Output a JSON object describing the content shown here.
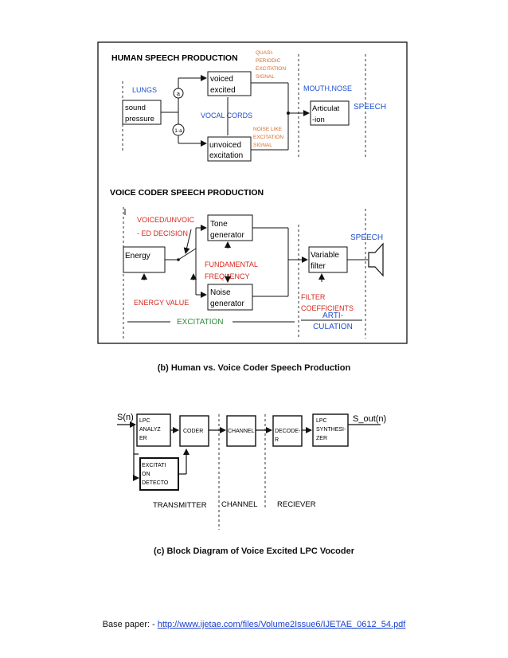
{
  "fig_b": {
    "human": {
      "title": "HUMAN SPEECH PRODUCTION",
      "quasi": [
        "QUASI-",
        "PERIODIC",
        "EXCITATION",
        "SIGNAL"
      ],
      "lungs": "LUNGS",
      "mouth_nose": "MOUTH,NOSE",
      "voiced": [
        "voiced",
        "excited"
      ],
      "sound_pressure": [
        "sound",
        "pressure"
      ],
      "vocal_cords": "VOCAL CORDS",
      "articulation": [
        "Articulat",
        "-ion"
      ],
      "speech": "SPEECH",
      "node_a": "a",
      "node_1a": "1-a",
      "noise_like": [
        "NOISE LIKE",
        "EXCITATION",
        "SIGNAL"
      ],
      "unvoiced": [
        "unvoiced",
        "excitation"
      ]
    },
    "coder": {
      "title": "VOICE CODER SPEECH PRODUCTION",
      "decision": [
        "VOICED/UNVOIC",
        "- ED DECISION"
      ],
      "tone": [
        "Tone",
        "generator"
      ],
      "speech": "SPEECH",
      "energy": "Energy",
      "fundamental": [
        "FUNDAMENTAL",
        "FREQUENCY"
      ],
      "variable": [
        "Variable",
        "filter"
      ],
      "noise": [
        "Noise",
        "generator"
      ],
      "energy_value": "ENERGY VALUE",
      "filter_coeff": [
        "FILTER",
        "COEFFICIENTS"
      ],
      "excitation": "EXCITATION",
      "articulation": [
        "ARTI-",
        "CULATION"
      ]
    },
    "caption": "(b) Human vs. Voice Coder Speech Production"
  },
  "fig_c": {
    "sn": "S(n)",
    "lpc_analyzer": [
      "LPC",
      "ANALYZ",
      "ER"
    ],
    "coder": "CODER",
    "channel_block": "CHANNEL",
    "decoder": [
      "DECODE-",
      "R"
    ],
    "lpc_synth": [
      "LPC",
      "SYNTHESI-",
      "ZER"
    ],
    "sout": "S_out(n)",
    "detector": [
      "EXCITATI",
      "ON",
      "DETECTO"
    ],
    "transmitter": "TRANSMITTER",
    "channel": "CHANNEL",
    "receiver": "RECIEVER",
    "caption": "(c) Block Diagram of Voice Excited LPC Vocoder"
  },
  "footer": {
    "prefix": "Base paper: - ",
    "link": "http://www.ijetae.com/files/Volume2Issue6/IJETAE_0612_54.pdf"
  },
  "colors": {
    "blue": "#1f4fcf",
    "red": "#d4281e",
    "orange": "#d46a2a",
    "green": "#2f8a3e"
  }
}
